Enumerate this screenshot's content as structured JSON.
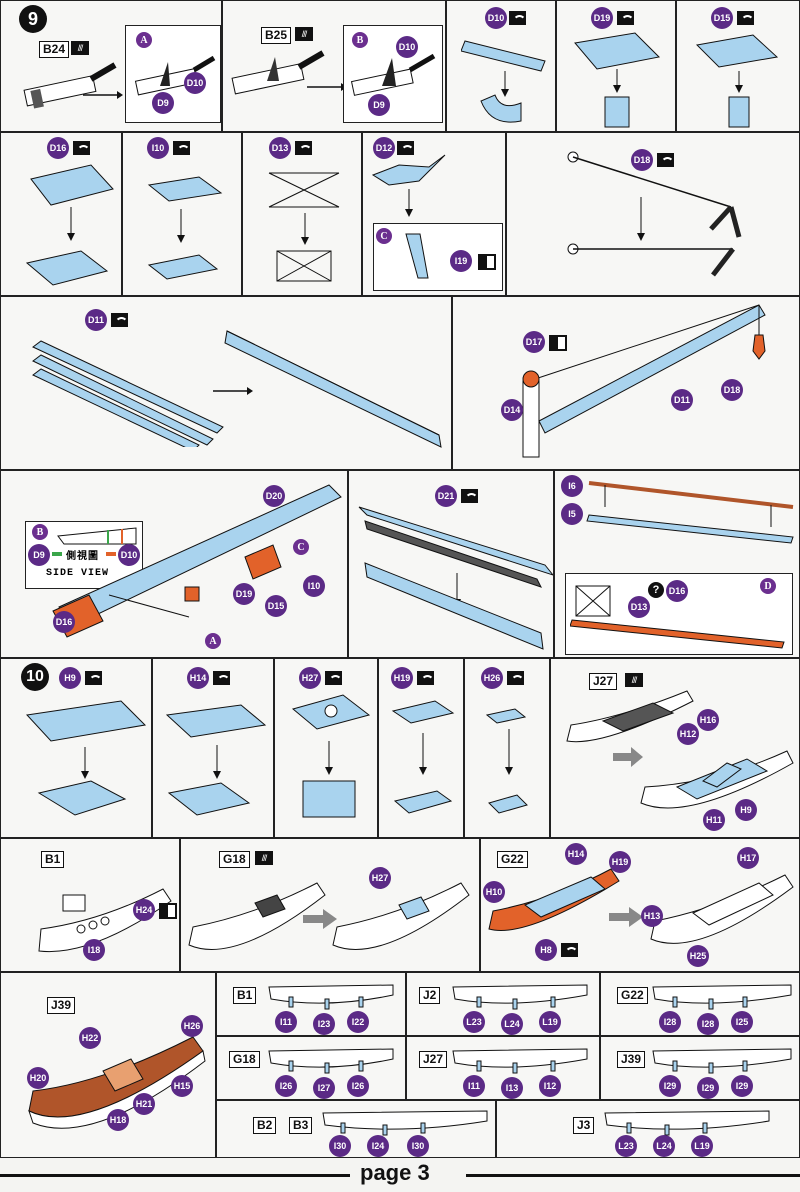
{
  "steps": {
    "s9": "9",
    "s10": "10"
  },
  "row1": {
    "b24": "B24",
    "b25": "B25",
    "d10a": "D10",
    "d9a": "D9",
    "d10b": "D10",
    "d9b": "D9",
    "la": "A",
    "lb": "B",
    "d10c": "D10",
    "d19a": "D19",
    "d15a": "D15"
  },
  "row2": {
    "d16": "D16",
    "i10": "I10",
    "d13": "D13",
    "d12": "D12",
    "i19": "I19",
    "lc": "C",
    "d18": "D18"
  },
  "row3": {
    "d11a": "D11",
    "d17": "D17",
    "d14": "D14",
    "d11b": "D11",
    "d18b": "D18"
  },
  "row4": {
    "lb2": "B",
    "d9c": "D9",
    "d10d": "D10",
    "sidecn": "側視圖",
    "sideview": "SIDE VIEW",
    "d20": "D20",
    "lc2": "C",
    "i10b": "I10",
    "d19b": "D19",
    "d15b": "D15",
    "d16b": "D16",
    "la2": "A",
    "d21": "D21",
    "i6": "I6",
    "i5": "I5",
    "q": "?",
    "d16c": "D16",
    "d13b": "D13",
    "ld": "D"
  },
  "row5": {
    "h9": "H9",
    "h14": "H14",
    "h27": "H27",
    "h19": "H19",
    "h26": "H26",
    "j27": "J27",
    "h16": "H16",
    "h12": "H12",
    "h9b": "H9",
    "h11": "H11"
  },
  "row6": {
    "b1": "B1",
    "h24": "H24",
    "i18": "I18",
    "g18": "G18",
    "h27b": "H27",
    "g22": "G22",
    "h14b": "H14",
    "h19b": "H19",
    "h10": "H10",
    "h8": "H8",
    "h17": "H17",
    "h13": "H13",
    "h25": "H25"
  },
  "row7": {
    "j39": "J39",
    "h22": "H22",
    "h26b": "H26",
    "h20": "H20",
    "h15": "H15",
    "h21": "H21",
    "h18": "H18",
    "t_b1": "B1",
    "t_b1_1": "I11",
    "t_b1_2": "I23",
    "t_b1_3": "I22",
    "t_j2": "J2",
    "t_j2_1": "L23",
    "t_j2_2": "L24",
    "t_j2_3": "L19",
    "t_g22": "G22",
    "t_g22_1": "I28",
    "t_g22_2": "I28",
    "t_g22_3": "I25",
    "t_g18": "G18",
    "t_g18_1": "I26",
    "t_g18_2": "I27",
    "t_g18_3": "I26",
    "t_j27": "J27",
    "t_j27_1": "I11",
    "t_j27_2": "I13",
    "t_j27_3": "I12",
    "t_j39": "J39",
    "t_j39_1": "I29",
    "t_j39_2": "I29",
    "t_j39_3": "I29",
    "t_b2": "B2",
    "t_b3": "B3",
    "t_b23_1": "I30",
    "t_b23_2": "I24",
    "t_b23_3": "I30",
    "t_j3": "J3",
    "t_j3_1": "L23",
    "t_j3_2": "L24",
    "t_j3_3": "L19"
  },
  "footer": {
    "page": "page 3"
  },
  "colors": {
    "blue": "#a9d3ee",
    "orange": "#e2622a",
    "purple": "#5b2a86",
    "wood": "#b0552a"
  }
}
